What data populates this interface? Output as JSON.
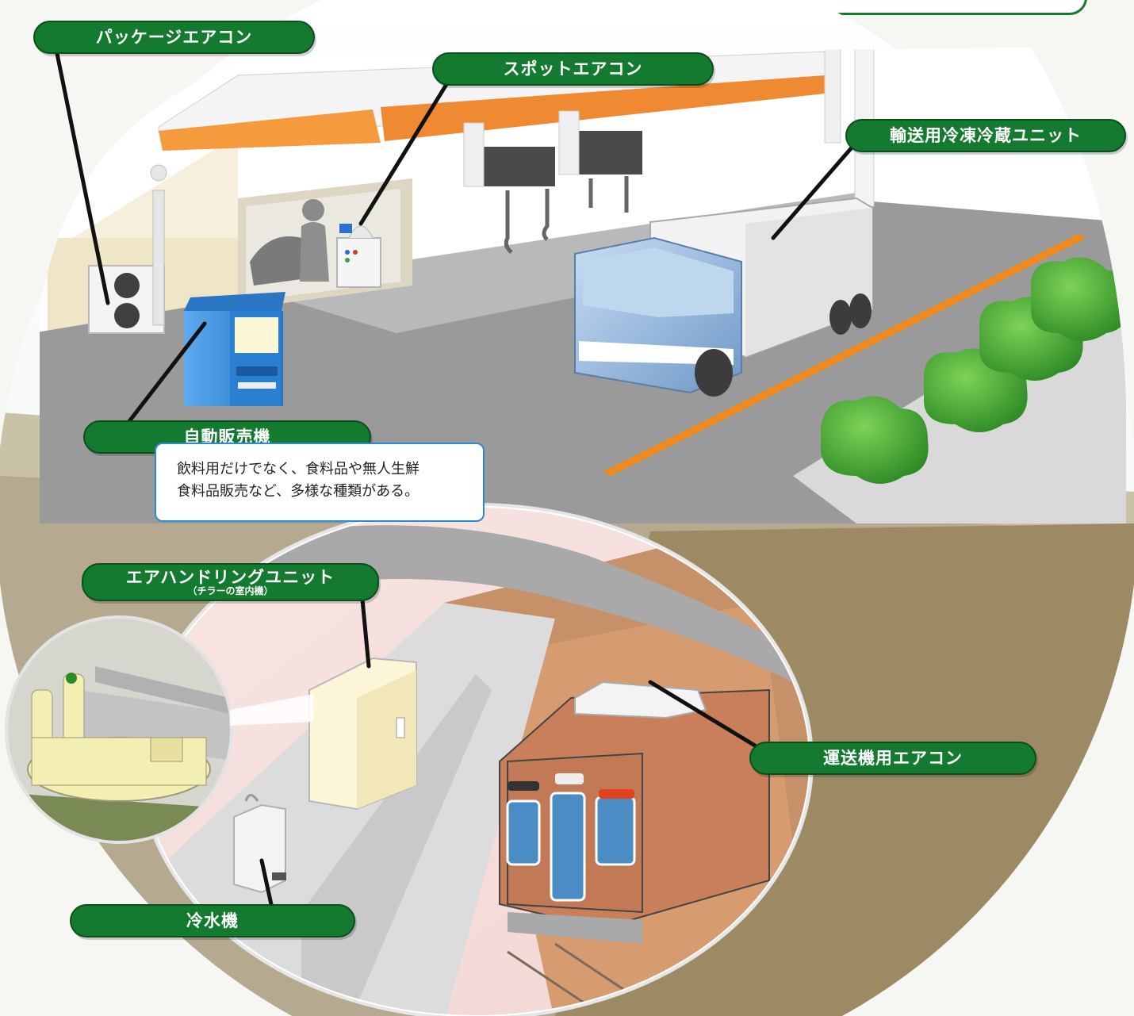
{
  "labels": {
    "package_ac": "パッケージエアコン",
    "spot_ac": "スポットエアコン",
    "refrigeration_unit": "輸送用冷凍冷蔵ユニット",
    "vending_machine": "自動販売機",
    "vending_note_line1": "飲料用だけでなく、食料品や無人生鮮",
    "vending_note_line2": "食料品販売など、多様な種類がある。",
    "air_handling_unit": "エアハンドリングユニット",
    "air_handling_unit_sub": "（チラーの室内機）",
    "train_ac": "運送機用エアコン",
    "water_cooler": "冷水機"
  },
  "colors": {
    "tag_green": "#137a2f",
    "tag_border": "#0b4f1c",
    "note_border": "#2a8ad6",
    "canopy_orange": "#f08a32",
    "road_gray": "#8d8d8d",
    "tree_green": "#3aa12e",
    "truck_blue": "#8fb5df",
    "vending_blue": "#2f86d8",
    "train_orange": "#c9805a",
    "tunnel_brown": "#a08f6f",
    "chiller_yellow": "#f3eeb2"
  }
}
